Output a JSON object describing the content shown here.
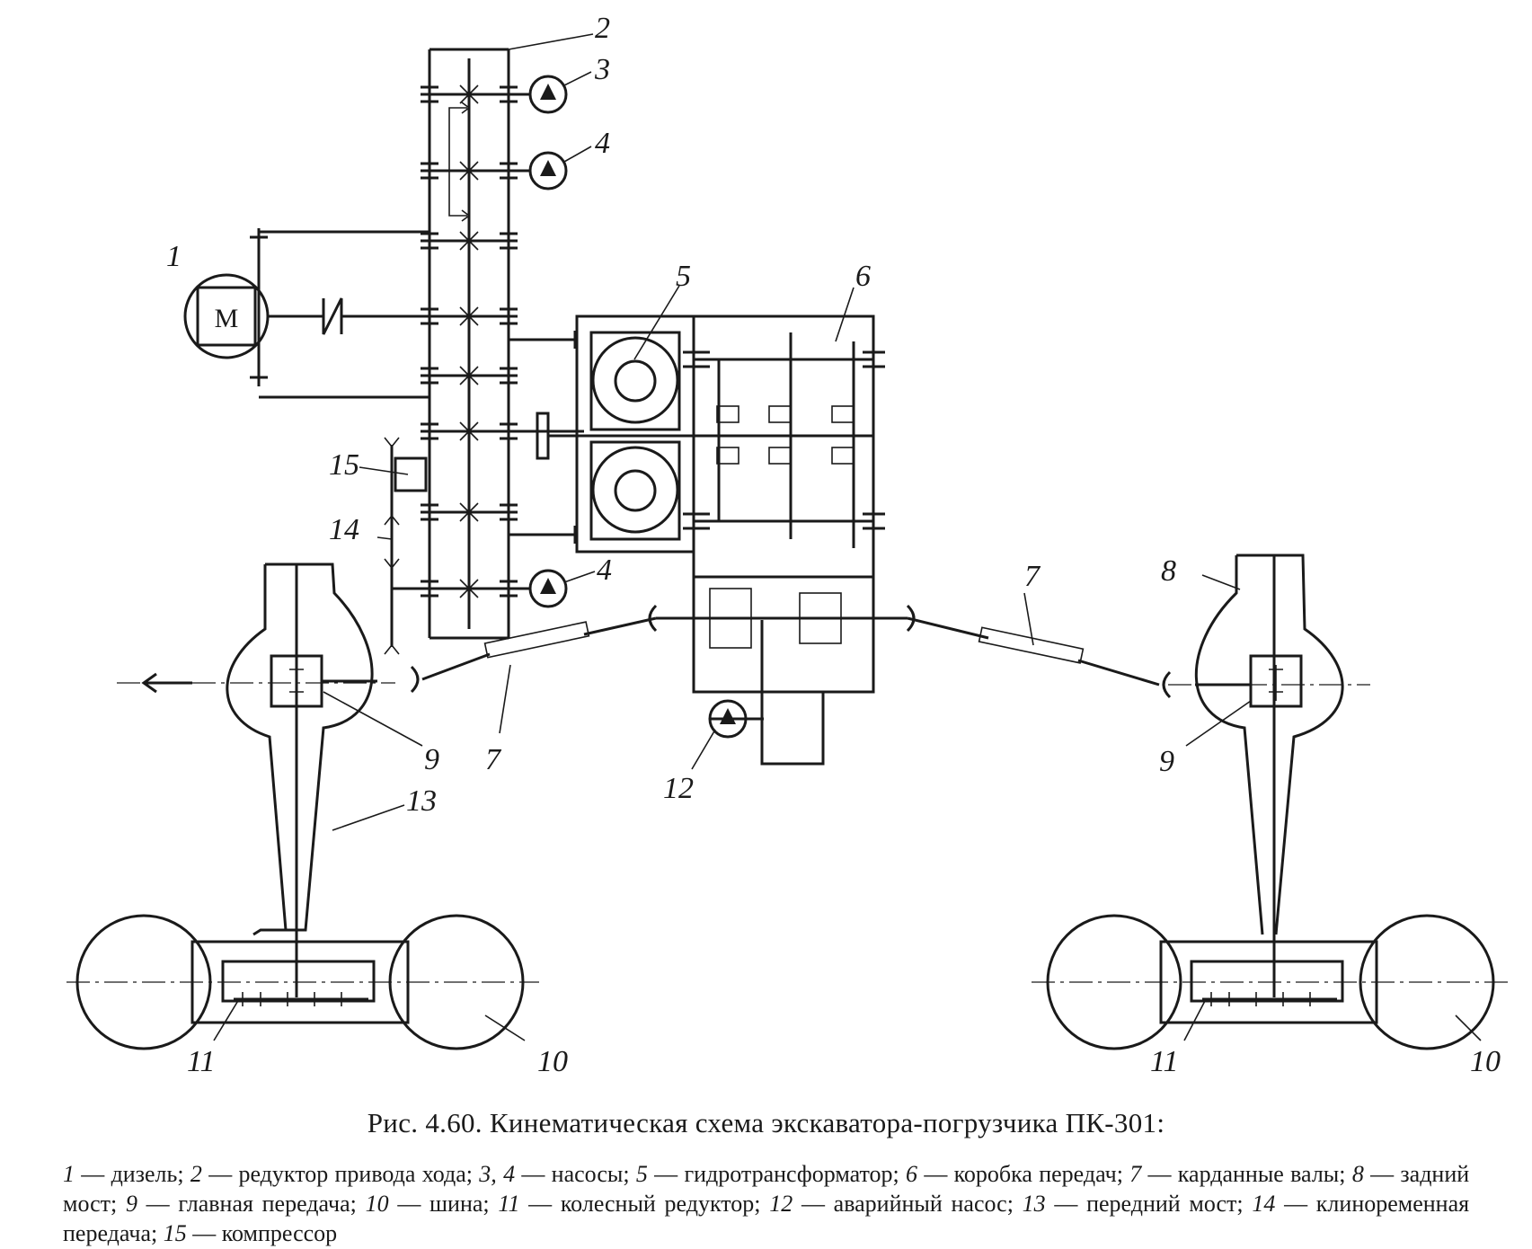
{
  "figure": {
    "title": "Рис. 4.60. Кинематическая схема экскаватора-погрузчика ПК-301:",
    "motor_letter": "М"
  },
  "callouts": [
    "1",
    "2",
    "3",
    "4",
    "4",
    "5",
    "6",
    "7",
    "7",
    "8",
    "9",
    "9",
    "10",
    "10",
    "11",
    "11",
    "12",
    "13",
    "14",
    "15"
  ],
  "legend": [
    {
      "num": "1",
      "text": "дизель"
    },
    {
      "num": "2",
      "text": "редуктор привода хода"
    },
    {
      "num": "3, 4",
      "text": "насосы"
    },
    {
      "num": "5",
      "text": "гидротрансформатор"
    },
    {
      "num": "6",
      "text": "коробка передач"
    },
    {
      "num": "7",
      "text": "карданные валы"
    },
    {
      "num": "8",
      "text": "задний мост"
    },
    {
      "num": "9",
      "text": "главная передача"
    },
    {
      "num": "10",
      "text": "шина"
    },
    {
      "num": "11",
      "text": "колесный редуктор"
    },
    {
      "num": "12",
      "text": "аварийный насос"
    },
    {
      "num": "13",
      "text": "передний мост"
    },
    {
      "num": "14",
      "text": "клиноременная передача"
    },
    {
      "num": "15",
      "text": "компрессор"
    }
  ]
}
